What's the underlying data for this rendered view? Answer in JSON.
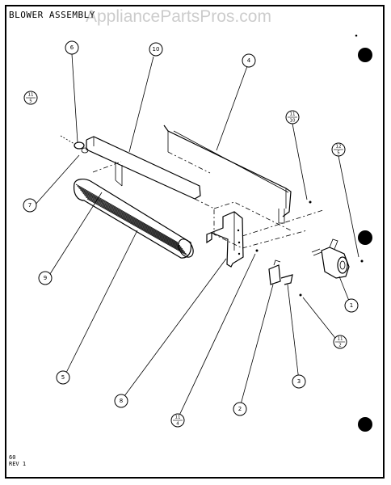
{
  "title": "BLOWER ASSEMBLY",
  "watermark": "AppliancePartsPros.com",
  "footer": {
    "line1": "60",
    "line2": "REV 1"
  },
  "callouts": [
    {
      "id": "c6",
      "label": "6"
    },
    {
      "id": "c10",
      "label": "10"
    },
    {
      "id": "c4",
      "label": "4"
    },
    {
      "id": "c11a",
      "num": "11",
      "den": "5"
    },
    {
      "id": "c11b",
      "num": "11",
      "den": "10"
    },
    {
      "id": "c12",
      "num": "12",
      "den": "5"
    },
    {
      "id": "c7",
      "label": "7"
    },
    {
      "id": "c9",
      "label": "9"
    },
    {
      "id": "c1",
      "label": "1"
    },
    {
      "id": "c11c",
      "num": "11",
      "den": "2"
    },
    {
      "id": "c5",
      "label": "5"
    },
    {
      "id": "c3",
      "label": "3"
    },
    {
      "id": "c8",
      "label": "8"
    },
    {
      "id": "c2",
      "label": "2"
    },
    {
      "id": "c11d",
      "num": "11",
      "den": "4"
    }
  ]
}
